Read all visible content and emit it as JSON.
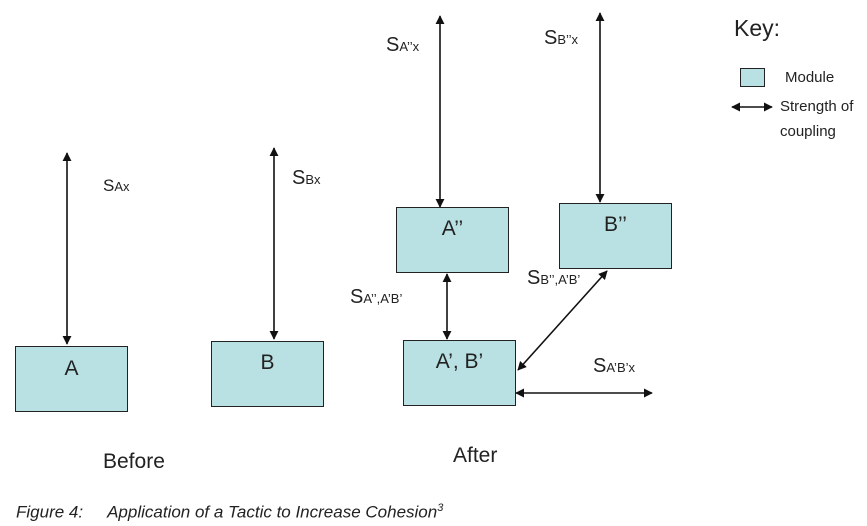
{
  "modules": {
    "a": "A",
    "b": "B",
    "a2": "A’’",
    "b2": "B’’",
    "a1b1": "A’, B’"
  },
  "couplings": {
    "sax": {
      "main": "S",
      "sub": "Ax"
    },
    "sbx": {
      "main": "S",
      "sub": "Bx"
    },
    "sa2x": {
      "main": "S",
      "sub": "A’’x"
    },
    "sb2x": {
      "main": "S",
      "sub": "B’’x"
    },
    "sa2_a1b1": {
      "main": "S",
      "sub": "A’’,A’B’"
    },
    "sb2_a1b1": {
      "main": "S",
      "sub": "B’’,A’B’"
    },
    "sa1b1x": {
      "main": "S",
      "sub": "A’B’x"
    }
  },
  "phases": {
    "before": "Before",
    "after": "After"
  },
  "key": {
    "title": "Key:",
    "module": "Module",
    "coupling_line1": "Strength of",
    "coupling_line2": "coupling"
  },
  "caption": {
    "label": "Figure 4:",
    "text": "Application of a Tactic to Increase Cohesion",
    "footnote": "3"
  }
}
